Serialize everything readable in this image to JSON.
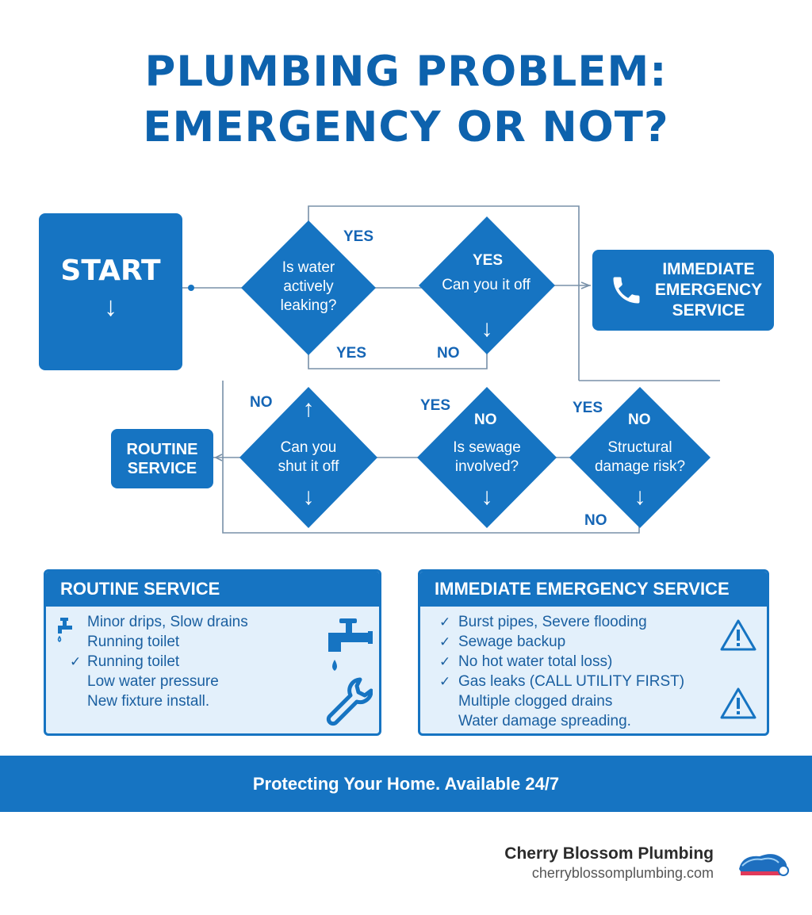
{
  "title": {
    "line1": "PLUMBING PROBLEM:",
    "line2": "EMERGENCY OR NOT?"
  },
  "flow": {
    "start": "START",
    "emergency_label": [
      "IMMEDIATE",
      "EMERGENCY",
      "SERVICE"
    ],
    "routine_label": [
      "ROUTINE",
      "SERVICE"
    ],
    "decisions": {
      "leaking": [
        "Is water",
        "actively",
        "leaking?"
      ],
      "can_you_it_off": "Can you it off",
      "can_shut_off": [
        "Can you",
        "shut it off"
      ],
      "sewage": [
        "Is sewage",
        "involved?"
      ],
      "structural": [
        "Structural",
        "damage risk?"
      ]
    },
    "answers": {
      "yes": "YES",
      "no": "NO"
    }
  },
  "routine_panel": {
    "heading": "ROUTINE SERVICE",
    "items": [
      "Minor drips, Slow drains",
      "Running toilet",
      "Running toilet",
      "Low water pressure",
      "New fixture install."
    ]
  },
  "emergency_panel": {
    "heading": "IMMEDIATE EMERGENCY SERVICE",
    "items": [
      "Burst pipes, Severe flooding",
      "Sewage backup",
      "No hot water total loss)",
      "Gas leaks (CALL UTILITY FIRST)",
      "Multiple clogged drains",
      "Water damage spreading."
    ]
  },
  "footer": {
    "tagline": "Protecting Your Home. Available 24/7",
    "company": "Cherry Blossom Plumbing",
    "url": "cherryblossomplumbing.com"
  },
  "icons": {
    "phone": "phone-icon",
    "faucet": "faucet-icon",
    "wrench": "wrench-icon",
    "warning": "warning-icon",
    "check": "check-icon"
  },
  "colors": {
    "primary": "#1674c2",
    "title": "#0d62ad",
    "panel_bg": "#e3f0fb",
    "line": "#6e8eae"
  }
}
